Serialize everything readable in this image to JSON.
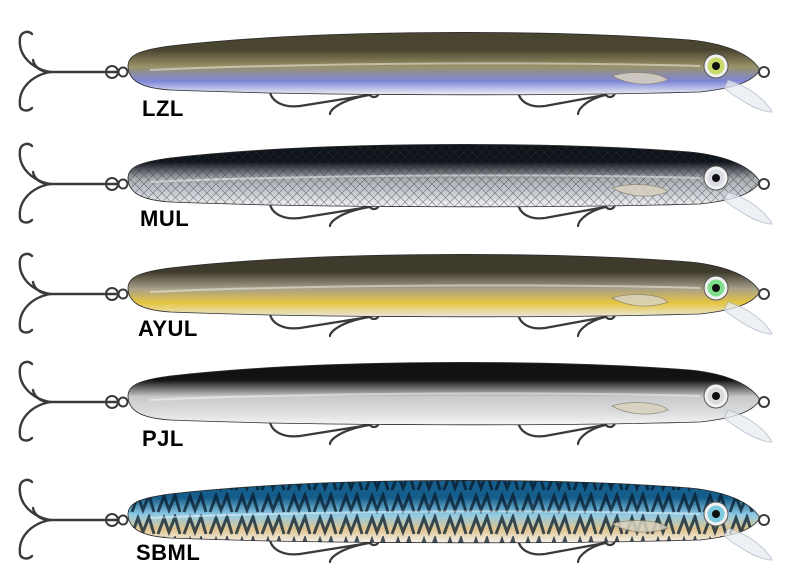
{
  "lures": [
    {
      "label": "LZL",
      "back_color": "#4a4530",
      "side_color": "#9a9368",
      "belly_color": "#eef0f4",
      "accent_color": "#7e86d8",
      "eye_color": "#c9d96a",
      "pattern": "plain"
    },
    {
      "label": "MUL",
      "back_color": "#0f141a",
      "side_color": "#a9adb2",
      "belly_color": "#f3f4f6",
      "accent_color": "#c7ccd2",
      "eye_color": "#d9dde2",
      "pattern": "crosshatch"
    },
    {
      "label": "AYUL",
      "back_color": "#3e3a2c",
      "side_color": "#a8a08a",
      "belly_color": "#e9e6dc",
      "accent_color": "#e6c640",
      "eye_color": "#7ee08a",
      "pattern": "plain"
    },
    {
      "label": "PJL",
      "back_color": "#121212",
      "side_color": "#c9cacc",
      "belly_color": "#f5f5f5",
      "accent_color": "#d9dadc",
      "eye_color": "#d8dadc",
      "pattern": "plain"
    },
    {
      "label": "SBML",
      "back_color": "#155d8a",
      "side_color": "#8fcbe6",
      "belly_color": "#f3f0ec",
      "accent_color": "#e0c58f",
      "eye_color": "#7ecbe0",
      "pattern": "mackerel"
    }
  ]
}
